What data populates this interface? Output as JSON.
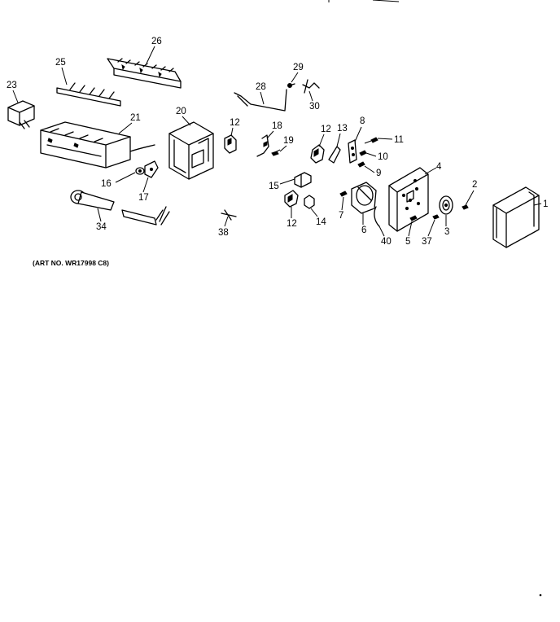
{
  "caption": "(ART NO. WR17998 C8)",
  "callouts": {
    "p1": "1",
    "p2": "2",
    "p3": "3",
    "p4": "4",
    "p5": "5",
    "p6": "6",
    "p7": "7",
    "p8": "8",
    "p9": "9",
    "p10": "10",
    "p11": "11",
    "p12a": "12",
    "p12b": "12",
    "p12c": "12",
    "p13": "13",
    "p14": "14",
    "p15": "15",
    "p16": "16",
    "p17": "17",
    "p18": "18",
    "p19": "19",
    "p20": "20",
    "p21": "21",
    "p23": "23",
    "p25": "25",
    "p26": "26",
    "p28": "28",
    "p29": "29",
    "p30": "30",
    "p34": "34",
    "p37": "37",
    "p38": "38",
    "p40": "40"
  }
}
